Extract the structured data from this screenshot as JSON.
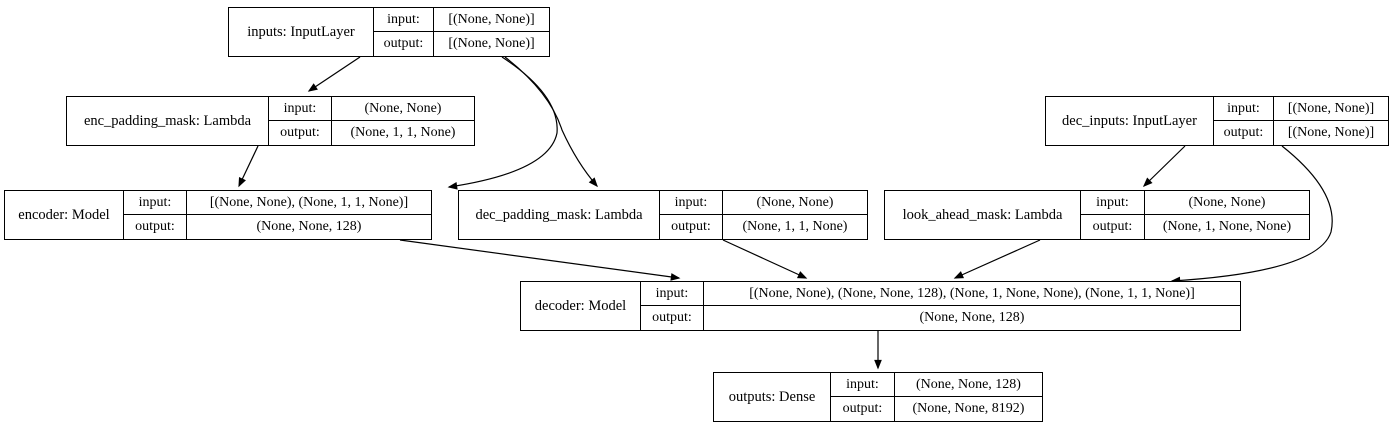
{
  "diagram": {
    "kind": "keras-model-architecture-graph",
    "background_color": "#ffffff",
    "line_color": "#000000",
    "text_color": "#000000",
    "io_labels": {
      "input": "input:",
      "output": "output:"
    },
    "nodes": [
      {
        "name": "inputs",
        "label": "inputs: InputLayer",
        "input_shape": "[(None, None)]",
        "output_shape": "[(None, None)]"
      },
      {
        "name": "enc_padding_mask",
        "label": "enc_padding_mask: Lambda",
        "input_shape": "(None, None)",
        "output_shape": "(None, 1, 1, None)"
      },
      {
        "name": "dec_inputs",
        "label": "dec_inputs: InputLayer",
        "input_shape": "[(None, None)]",
        "output_shape": "[(None, None)]"
      },
      {
        "name": "encoder",
        "label": "encoder: Model",
        "input_shape": "[(None, None), (None, 1, 1, None)]",
        "output_shape": "(None, None, 128)"
      },
      {
        "name": "dec_padding_mask",
        "label": "dec_padding_mask: Lambda",
        "input_shape": "(None, None)",
        "output_shape": "(None, 1, 1, None)"
      },
      {
        "name": "look_ahead_mask",
        "label": "look_ahead_mask: Lambda",
        "input_shape": "(None, None)",
        "output_shape": "(None, 1, None, None)"
      },
      {
        "name": "decoder",
        "label": "decoder: Model",
        "input_shape": "[(None, None), (None, None, 128), (None, 1, None, None), (None, 1, 1, None)]",
        "output_shape": "(None, None, 128)"
      },
      {
        "name": "outputs",
        "label": "outputs: Dense",
        "input_shape": "(None, None, 128)",
        "output_shape": "(None, None, 8192)"
      }
    ],
    "edges": [
      {
        "from": "inputs",
        "to": "enc_padding_mask"
      },
      {
        "from": "inputs",
        "to": "encoder"
      },
      {
        "from": "inputs",
        "to": "dec_padding_mask"
      },
      {
        "from": "enc_padding_mask",
        "to": "encoder"
      },
      {
        "from": "dec_inputs",
        "to": "look_ahead_mask"
      },
      {
        "from": "dec_inputs",
        "to": "decoder"
      },
      {
        "from": "encoder",
        "to": "decoder"
      },
      {
        "from": "dec_padding_mask",
        "to": "decoder"
      },
      {
        "from": "look_ahead_mask",
        "to": "decoder"
      },
      {
        "from": "decoder",
        "to": "outputs"
      }
    ]
  }
}
